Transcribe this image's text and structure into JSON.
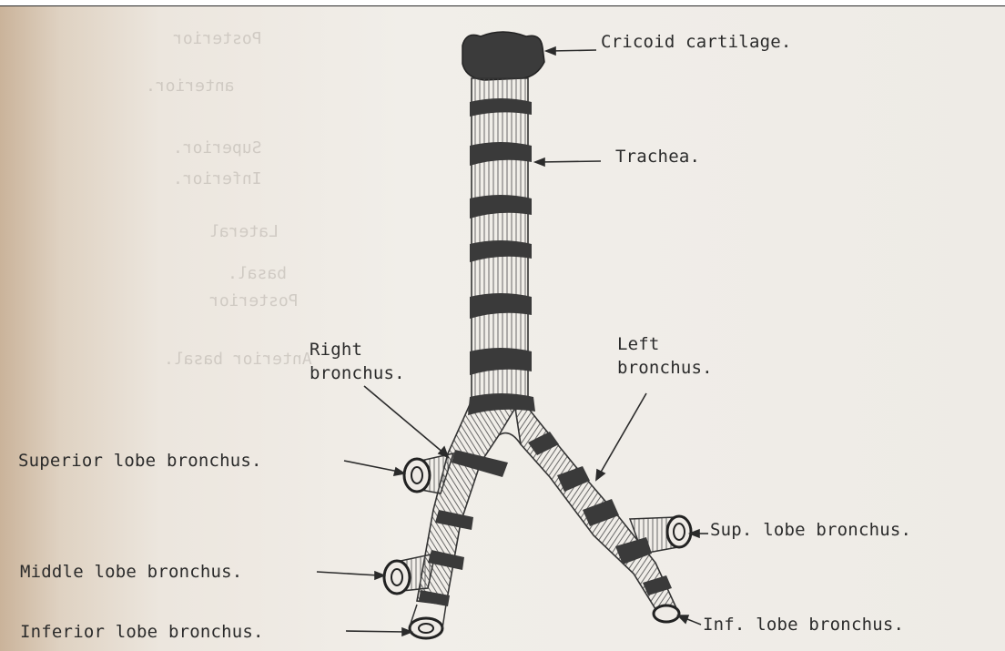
{
  "labels": {
    "cricoid_cartilage": "Cricoid cartilage.",
    "trachea": "Trachea.",
    "right_bronchus_line1": "Right",
    "right_bronchus_line2": "bronchus.",
    "left_bronchus_line1": "Left",
    "left_bronchus_line2": "bronchus.",
    "superior_lobe_bronchus": "Superior lobe bronchus.",
    "middle_lobe_bronchus": "Middle lobe bronchus.",
    "inferior_lobe_bronchus": "Inferior lobe bronchus.",
    "sup_lobe_bronchus": "Sup. lobe bronchus.",
    "inf_lobe_bronchus": "Inf. lobe bronchus."
  },
  "show_through": {
    "line1": "Posterior",
    "line2": "anterior.",
    "line3": "Superior.",
    "line4": "Inferior.",
    "line5": "Lateral",
    "line6": "basal.",
    "line7": "Posterior",
    "line8": "Anterior basal."
  },
  "colors": {
    "ink": "#2b2b2b",
    "paper": "#efebe6",
    "binding_shadow": "#cab39a"
  }
}
